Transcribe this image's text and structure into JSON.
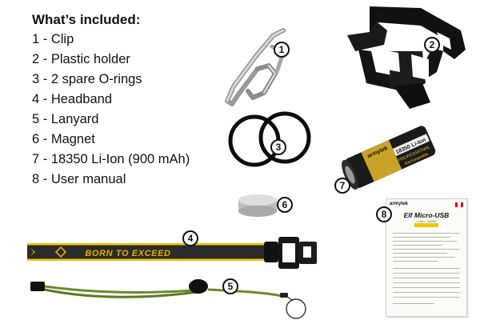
{
  "included": {
    "heading": "What’s included:",
    "items": [
      "1 - Clip",
      "2 - Plastic holder",
      "3 - 2 spare O-rings",
      "4 - Headband",
      "5 - Lanyard",
      "6 - Magnet",
      "7 - 18350 Li-Ion (900 mAh)",
      "8 - User manual"
    ]
  },
  "badges": [
    "1",
    "2",
    "3",
    "4",
    "5",
    "6",
    "7",
    "8"
  ],
  "headband": {
    "text": "BORN TO EXCEED"
  },
  "battery": {
    "brand": "armytek",
    "model": "18350 Li-Ion",
    "grade": "PROFESSIONAL",
    "note": "Rechargeable"
  },
  "manual": {
    "brand": "armytek",
    "title": "Elf Micro-USB",
    "subtitle": "Li-Ion / 18350"
  },
  "colors": {
    "strap": "#2b2b2b",
    "strap_edge": "#f2c200",
    "strap_text": "#e0b000",
    "cord": "#6b8a2a",
    "holder": "#111111",
    "battery_gold": "#c9a227"
  }
}
